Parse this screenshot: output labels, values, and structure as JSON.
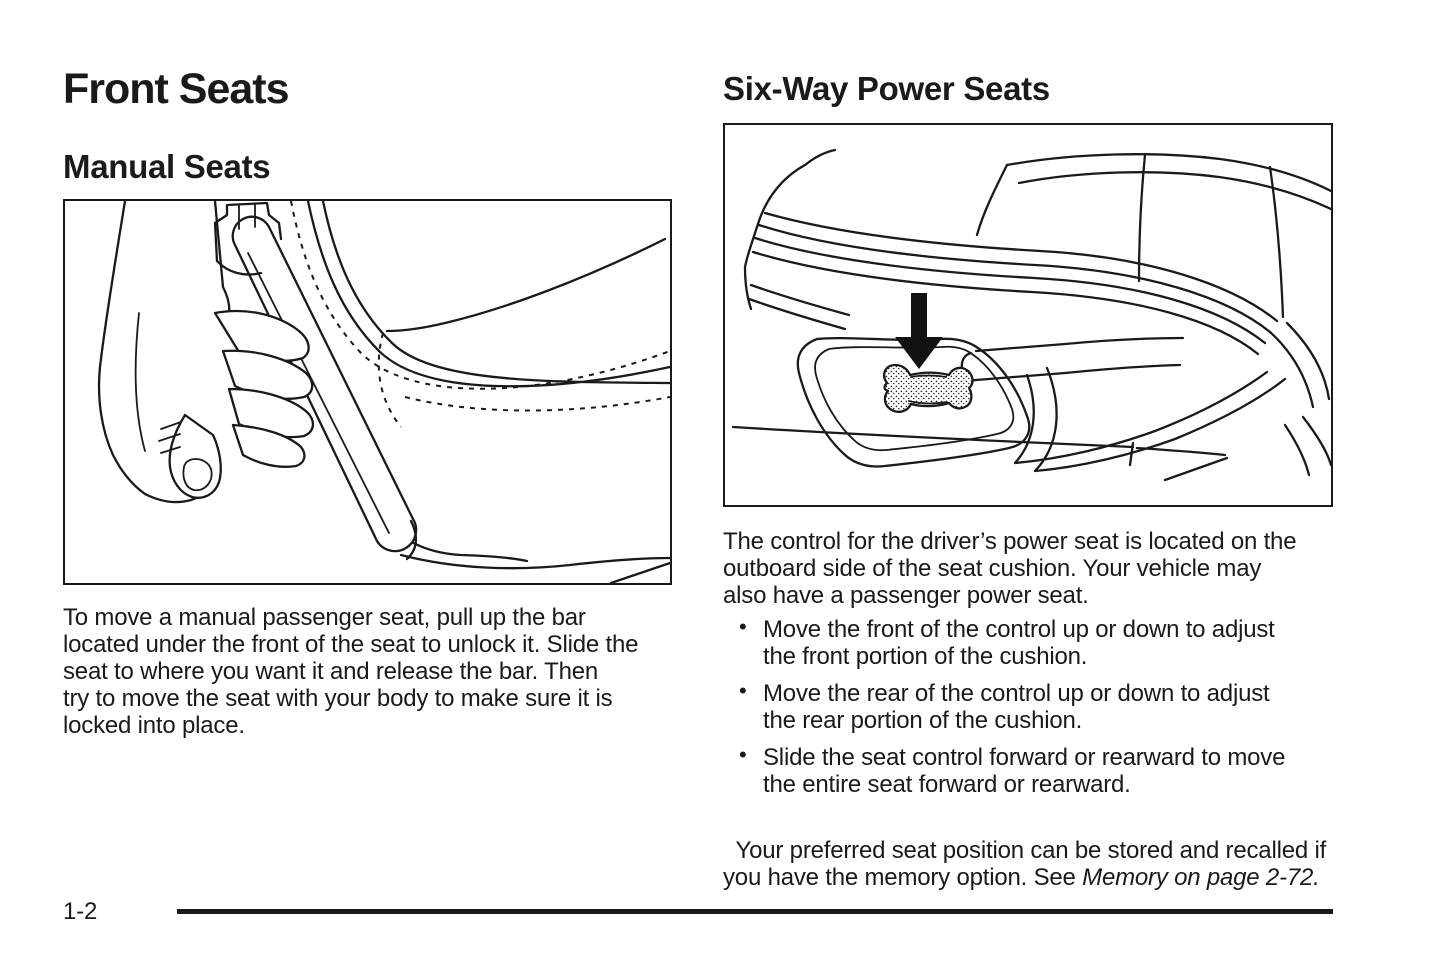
{
  "left": {
    "title": "Front Seats",
    "subtitle": "Manual Seats",
    "body": [
      "To move a manual passenger seat, pull up the bar",
      "located under the front of the seat to unlock it. Slide the",
      "seat to where you want it and release the bar. Then",
      "try to move the seat with your body to make sure it is",
      "locked into place."
    ]
  },
  "right": {
    "title": "Six-Way Power Seats",
    "body": [
      "The control for the driver’s power seat is located on the",
      "outboard side of the seat cushion. Your vehicle may",
      "also have a passenger power seat."
    ],
    "bullets": [
      {
        "glyph": "•",
        "lines": [
          "Move the front of the control up or down to adjust",
          "the front portion of the cushion."
        ]
      },
      {
        "glyph": "•",
        "lines": [
          "Move the rear of the control up or down to adjust",
          "the rear portion of the cushion."
        ]
      },
      {
        "glyph": "•",
        "lines": [
          "Slide the seat control forward or rearward to move",
          "the entire seat forward or rearward."
        ]
      }
    ],
    "closing": {
      "normal": [
        "Your preferred seat position can be stored and recalled if",
        "you have the memory option. See "
      ],
      "italic": "Memory on page 2-72."
    }
  },
  "footer": {
    "page_number": "1-2"
  },
  "colors": {
    "ink": "#1a1a1a",
    "paper": "#ffffff"
  }
}
